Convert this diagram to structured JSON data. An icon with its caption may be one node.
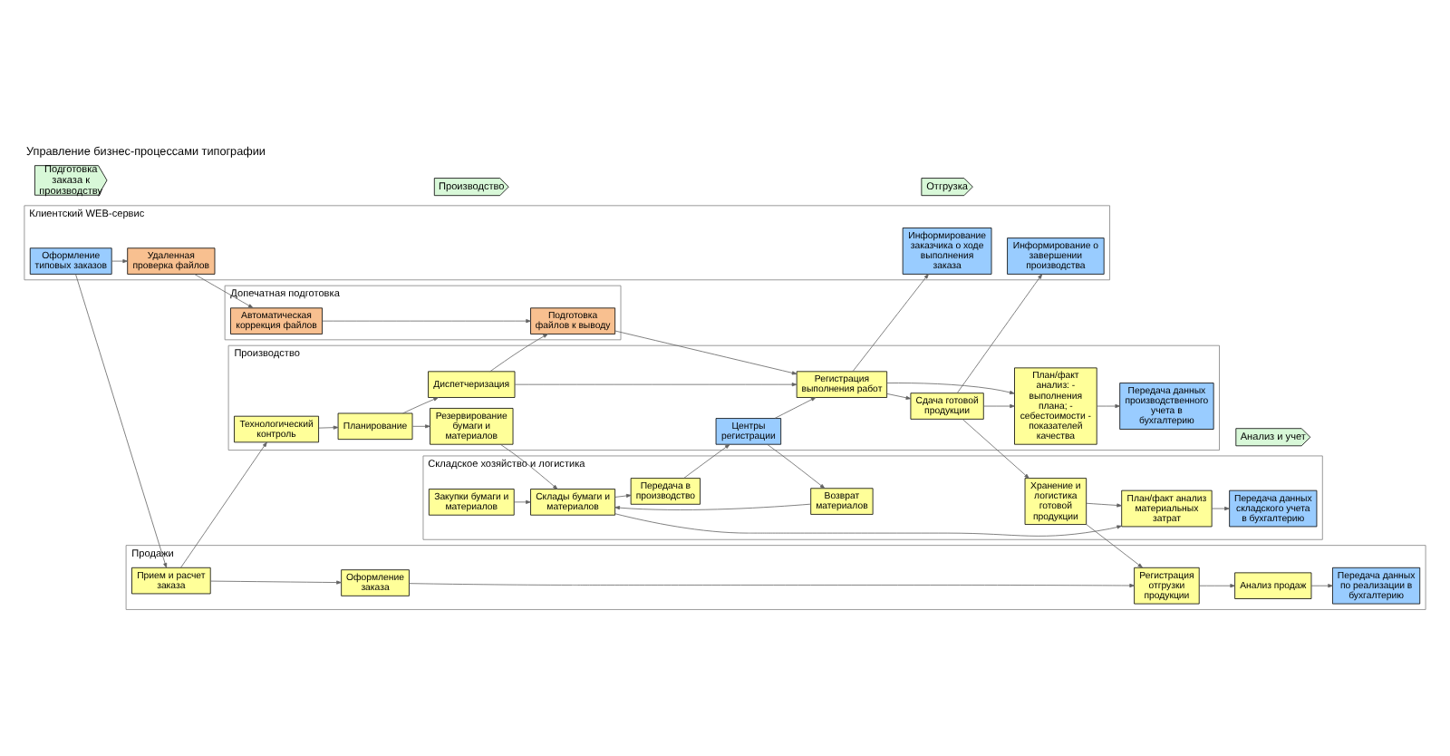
{
  "diagram": {
    "title": "Управление бизнес-процессами типографии",
    "nodes": [
      {
        "text": [
          "Клиентский WEB-сервис"
        ]
      },
      {
        "text": [
          "Продажи"
        ]
      },
      {
        "text": [
          "Допечатная подготовка"
        ]
      },
      {
        "text": [
          "Производство"
        ]
      },
      {
        "text": [
          "Складское хозяйство и логистика"
        ]
      },
      {
        "text": [
          "Подготовка заказа к производству"
        ]
      },
      {
        "text": [
          "Производство"
        ]
      },
      {
        "text": [
          "Отгрузка"
        ]
      },
      {
        "text": [
          "Анализ и учет"
        ]
      },
      {
        "text": [
          "Оформление типовых заказов"
        ],
        "in": 0
      },
      {
        "text": [
          "Удаленная проверка файлов"
        ],
        "in": 0
      },
      {
        "text": [
          "Информирование заказчика о ходе выполнения заказа"
        ],
        "in": 0
      },
      {
        "text": [
          "Информирование о завершении производства"
        ],
        "in": 0
      },
      {
        "text": [
          "Прием и расчет заказа"
        ],
        "in": 1
      },
      {
        "text": [
          "Оформление заказа"
        ],
        "in": 1
      },
      {
        "text": [
          "Регистрация отгрузки продукции"
        ],
        "in": 1
      },
      {
        "text": [
          "Анализ продаж"
        ],
        "in": 1
      },
      {
        "text": [
          "Передача данных по реализации в бухгалтерию"
        ],
        "in": 1
      },
      {
        "text": [
          "Автоматическая коррекция файлов"
        ],
        "in": 2
      },
      {
        "text": [
          "Подготовка файлов к выводу"
        ],
        "in": 2
      },
      {
        "text": [
          "Технологический контроль"
        ],
        "in": 3
      },
      {
        "text": [
          "Планирование"
        ],
        "in": 3
      },
      {
        "text": [
          "Резервирование бумаги и материалов"
        ],
        "in": 3
      },
      {
        "text": [
          "Диспетчеризация"
        ],
        "in": 3
      },
      {
        "text": [
          "Регистрация выполнения работ"
        ],
        "in": 3
      },
      {
        "text": [
          "Центры регистрации"
        ],
        "in": 3
      },
      {
        "text": [
          "Сдача готовой продукции"
        ],
        "in": 3
      },
      {
        "text": [
          "План/факт анализ: - выполнения плана; - себестоимости - показателей качества"
        ],
        "in": 3
      },
      {
        "text": [
          "Передача данных производственного учета в бухгалтерию"
        ],
        "in": 3
      },
      {
        "text": [
          "Закупки бумаги и материалов"
        ],
        "in": 4
      },
      {
        "text": [
          "Склады бумаги и материалов"
        ],
        "in": 4
      },
      {
        "text": [
          "Передача в производство"
        ],
        "in": 4
      },
      {
        "text": [
          "Возврат материалов"
        ],
        "in": 4
      },
      {
        "text": [
          "Хранение и логистика готовой продукции"
        ],
        "in": 4
      },
      {
        "text": [
          "План/факт анализ материальных затрат"
        ],
        "in": 4
      },
      {
        "text": [
          "Передача данных складского учета в бухгалтерию"
        ],
        "in": 4
      }
    ],
    "edges": [
      {
        "from": 9,
        "to": 10,
        "arrow": "to"
      },
      {
        "from": 9,
        "to": 13,
        "arrow": "to"
      },
      {
        "from": 13,
        "to": 14,
        "arrow": "to"
      },
      {
        "from": 13,
        "to": 20,
        "arrow": "to"
      },
      {
        "from": 10,
        "to": 18,
        "arrow": "to"
      },
      {
        "from": 14,
        "to": 15,
        "arrow": "to"
      },
      {
        "from": 18,
        "to": 19,
        "arrow": "to"
      },
      {
        "from": 19,
        "to": 24,
        "arrow": "to"
      },
      {
        "from": 23,
        "to": 19,
        "arrow": "to"
      },
      {
        "from": 20,
        "to": 21,
        "arrow": "to"
      },
      {
        "from": 21,
        "to": 23,
        "arrow": "to"
      },
      {
        "from": 21,
        "to": 22,
        "arrow": "to"
      },
      {
        "from": 22,
        "to": 30,
        "arrow": "to"
      },
      {
        "from": 29,
        "to": 30,
        "arrow": "to"
      },
      {
        "from": 30,
        "to": 31,
        "arrow": "to"
      },
      {
        "from": 31,
        "to": 25,
        "arrow": "to"
      },
      {
        "from": 25,
        "to": 24,
        "arrow": "to"
      },
      {
        "from": 25,
        "to": 32,
        "arrow": "to"
      },
      {
        "from": 23,
        "to": 24,
        "arrow": "to"
      },
      {
        "from": 24,
        "to": 11,
        "arrow": "to"
      },
      {
        "from": 24,
        "to": 26,
        "arrow": "to"
      },
      {
        "from": 24,
        "to": 27,
        "arrow": "to"
      },
      {
        "from": 26,
        "to": 12,
        "arrow": "to"
      },
      {
        "from": 26,
        "to": 27,
        "arrow": "to"
      },
      {
        "from": 26,
        "to": 33,
        "arrow": "to"
      },
      {
        "from": 33,
        "to": 15,
        "arrow": "to"
      },
      {
        "from": 15,
        "to": 16,
        "arrow": "to"
      },
      {
        "from": 16,
        "to": 17,
        "arrow": "to"
      },
      {
        "from": 27,
        "to": 28,
        "arrow": "to"
      },
      {
        "from": 33,
        "to": 34,
        "arrow": "to"
      },
      {
        "from": 34,
        "to": 35,
        "arrow": "to"
      },
      {
        "from": 32,
        "to": 30,
        "arrow": "to"
      },
      {
        "from": 30,
        "to": 34,
        "arrow": "to"
      }
    ]
  }
}
